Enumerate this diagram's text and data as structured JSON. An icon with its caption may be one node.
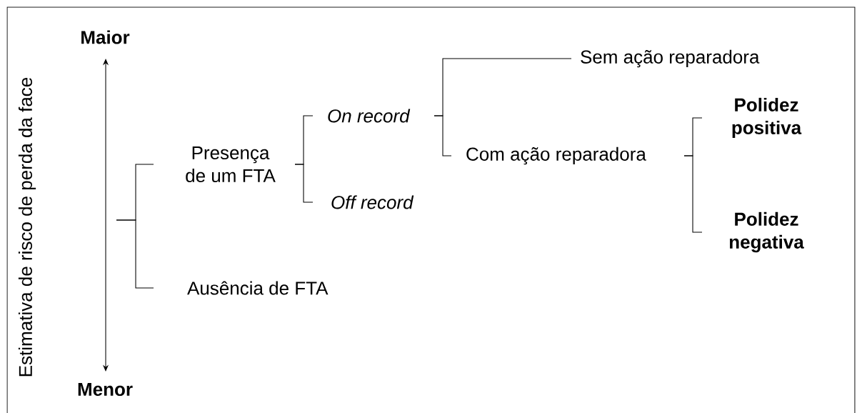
{
  "diagram": {
    "nodes": [
      {
        "text": [
          "Presença de um FTA"
        ]
      },
      {
        "text": [
          "Ausência de FTA"
        ]
      },
      {
        "text": [
          "On record"
        ]
      },
      {
        "text": [
          "Off record"
        ]
      },
      {
        "text": [
          "Sem ação reparadora"
        ]
      },
      {
        "text": [
          "Com ação reparadora"
        ]
      },
      {
        "text": [
          "Polidez positiva"
        ]
      },
      {
        "text": [
          "Polidez negativa"
        ]
      }
    ],
    "edges": [
      {
        "from": null,
        "to": 0,
        "arrow": "none"
      },
      {
        "from": null,
        "to": 1,
        "arrow": "none"
      },
      {
        "from": 0,
        "to": 2,
        "arrow": "none"
      },
      {
        "from": 0,
        "to": 3,
        "arrow": "none"
      },
      {
        "from": 2,
        "to": 4,
        "arrow": "none"
      },
      {
        "from": 2,
        "to": 5,
        "arrow": "none"
      },
      {
        "from": 5,
        "to": 6,
        "arrow": "none"
      },
      {
        "from": 5,
        "to": 7,
        "arrow": "none"
      }
    ],
    "labels": [
      "Estimativa de risco de perda da face",
      "Maior",
      "Menor"
    ]
  }
}
